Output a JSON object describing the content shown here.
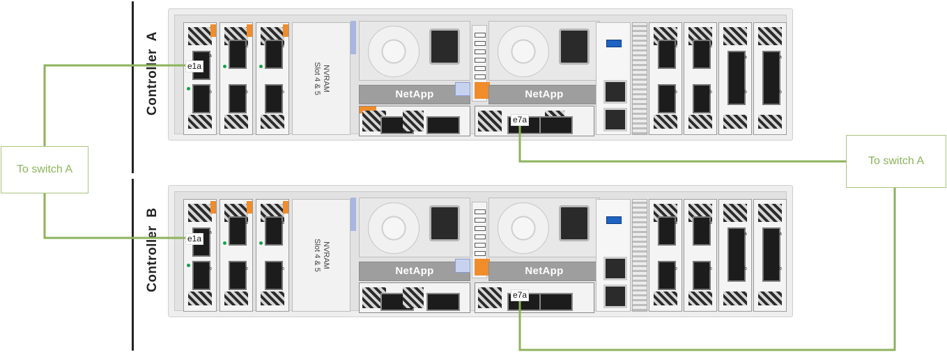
{
  "controllers": [
    {
      "id": "A",
      "label": "Controller  A"
    },
    {
      "id": "B",
      "label": "Controller  B"
    }
  ],
  "nvram_label": "NVRAM\nSlot 4 & 5",
  "brand_label": "NetApp",
  "port_labels": {
    "e1a": "e1a",
    "e7a": "e7a"
  },
  "io_card_port_letters": [
    "a",
    "b"
  ],
  "switch_boxes": {
    "left": "To switch A",
    "right": "To switch A"
  },
  "colors": {
    "cable": "#8cb35b",
    "switch_text": "#8cb35b",
    "accent_orange": "#f08c2a",
    "usb_blue": "#1e62c2"
  }
}
